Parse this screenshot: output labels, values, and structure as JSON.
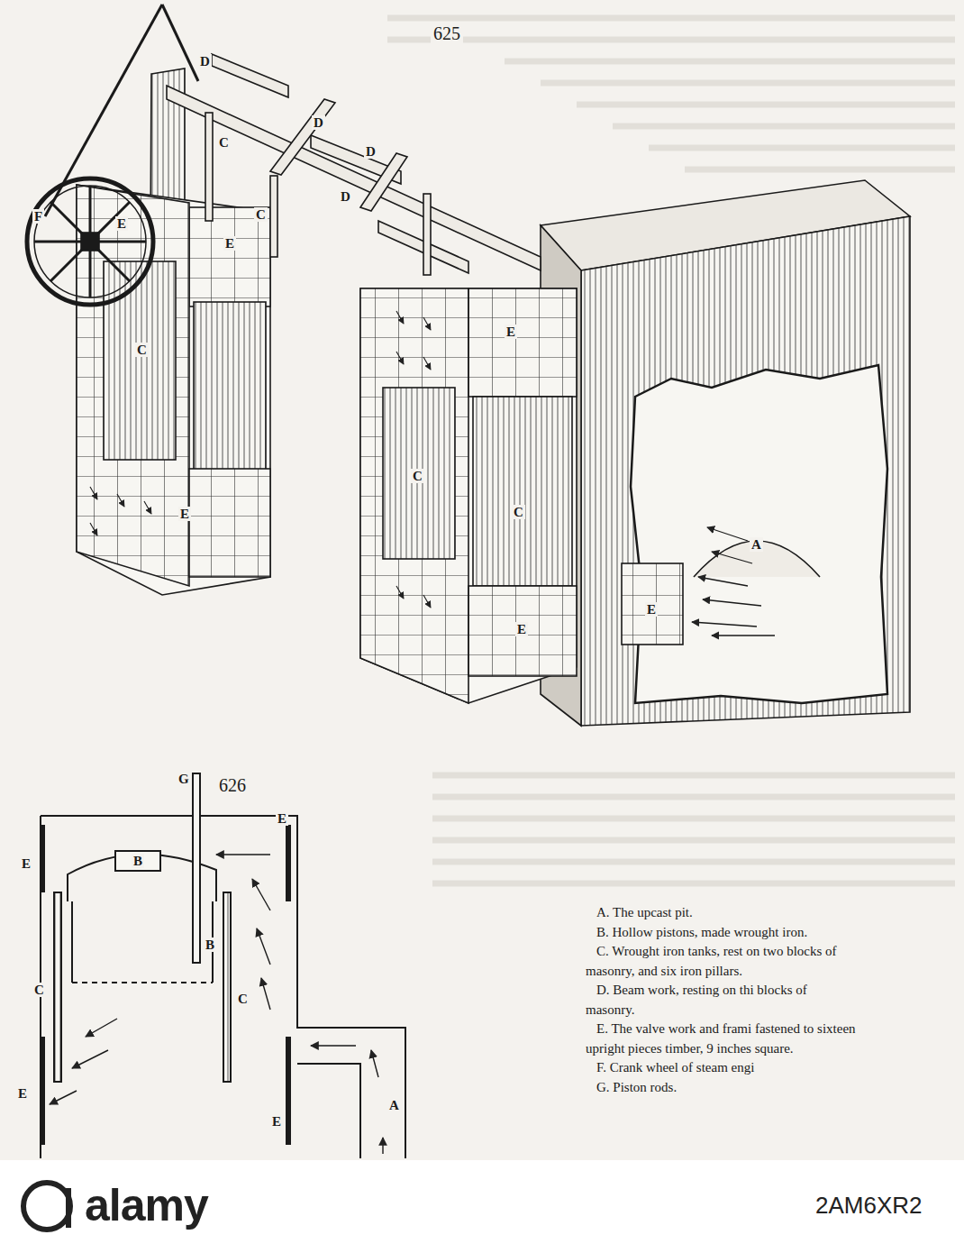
{
  "diagram": {
    "labels": [
      "625",
      "D",
      "C",
      "D",
      "D",
      "C",
      "D",
      "F",
      "E",
      "E",
      "C",
      "E",
      "E",
      "C",
      "C",
      "E",
      "A",
      "E",
      "626",
      "G",
      "E",
      "B",
      "B",
      "E",
      "C",
      "C",
      "E",
      "E",
      "A",
      "A. The upcast pit.",
      "B. Hollow pistons, made wrought iron.",
      "C. Wrought iron tanks, rest on two blocks of masonry, and six iron pillars.",
      "D. Beam work, resting on thi blocks of masonry.",
      "E. The valve work and frami fastened to sixteen upright pieces timber, 9 inches square.",
      "F. Crank wheel of steam engi",
      "G. Piston rods.",
      "alamy",
      "2AM6XR2"
    ]
  }
}
